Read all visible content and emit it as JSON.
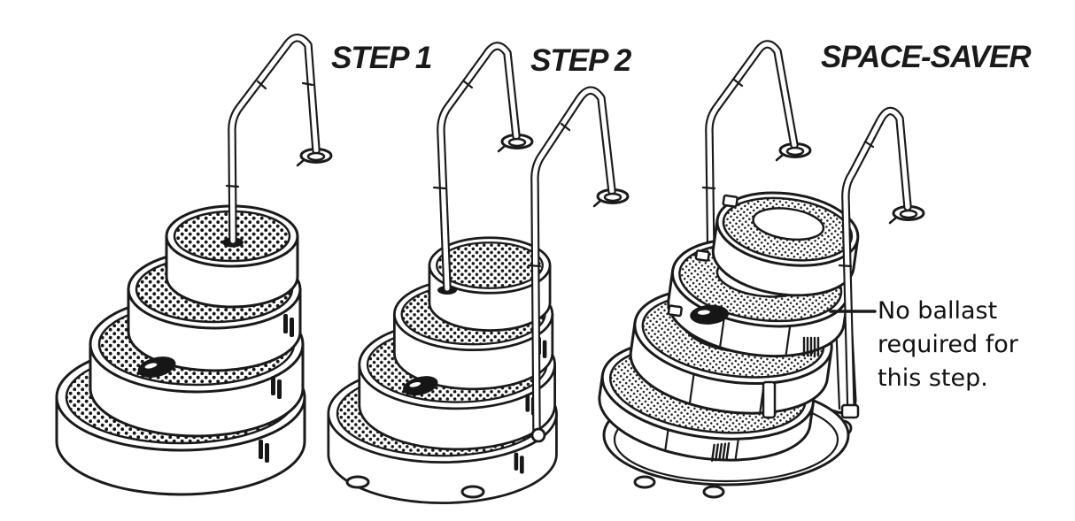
{
  "canvas": {
    "background": "#ffffff",
    "line_ink": "#1a1a1a"
  },
  "figures": [
    {
      "label": "STEP 1",
      "illustration": "four-tier-half-round-pool-step, dotted treads, one handrail with deck flange"
    },
    {
      "label": "STEP 2",
      "illustration": "four-tier-half-round-pool-step, dotted treads, two handrails with deck flanges"
    },
    {
      "label": "SPACE-SAVER",
      "illustration": "compact-space-saver-pool-step, crescent treads, two handrails with deck flanges"
    }
  ],
  "annotation": {
    "lines": [
      "No ballast",
      "required for",
      "this step."
    ],
    "full_text": "No ballast required for this step."
  }
}
